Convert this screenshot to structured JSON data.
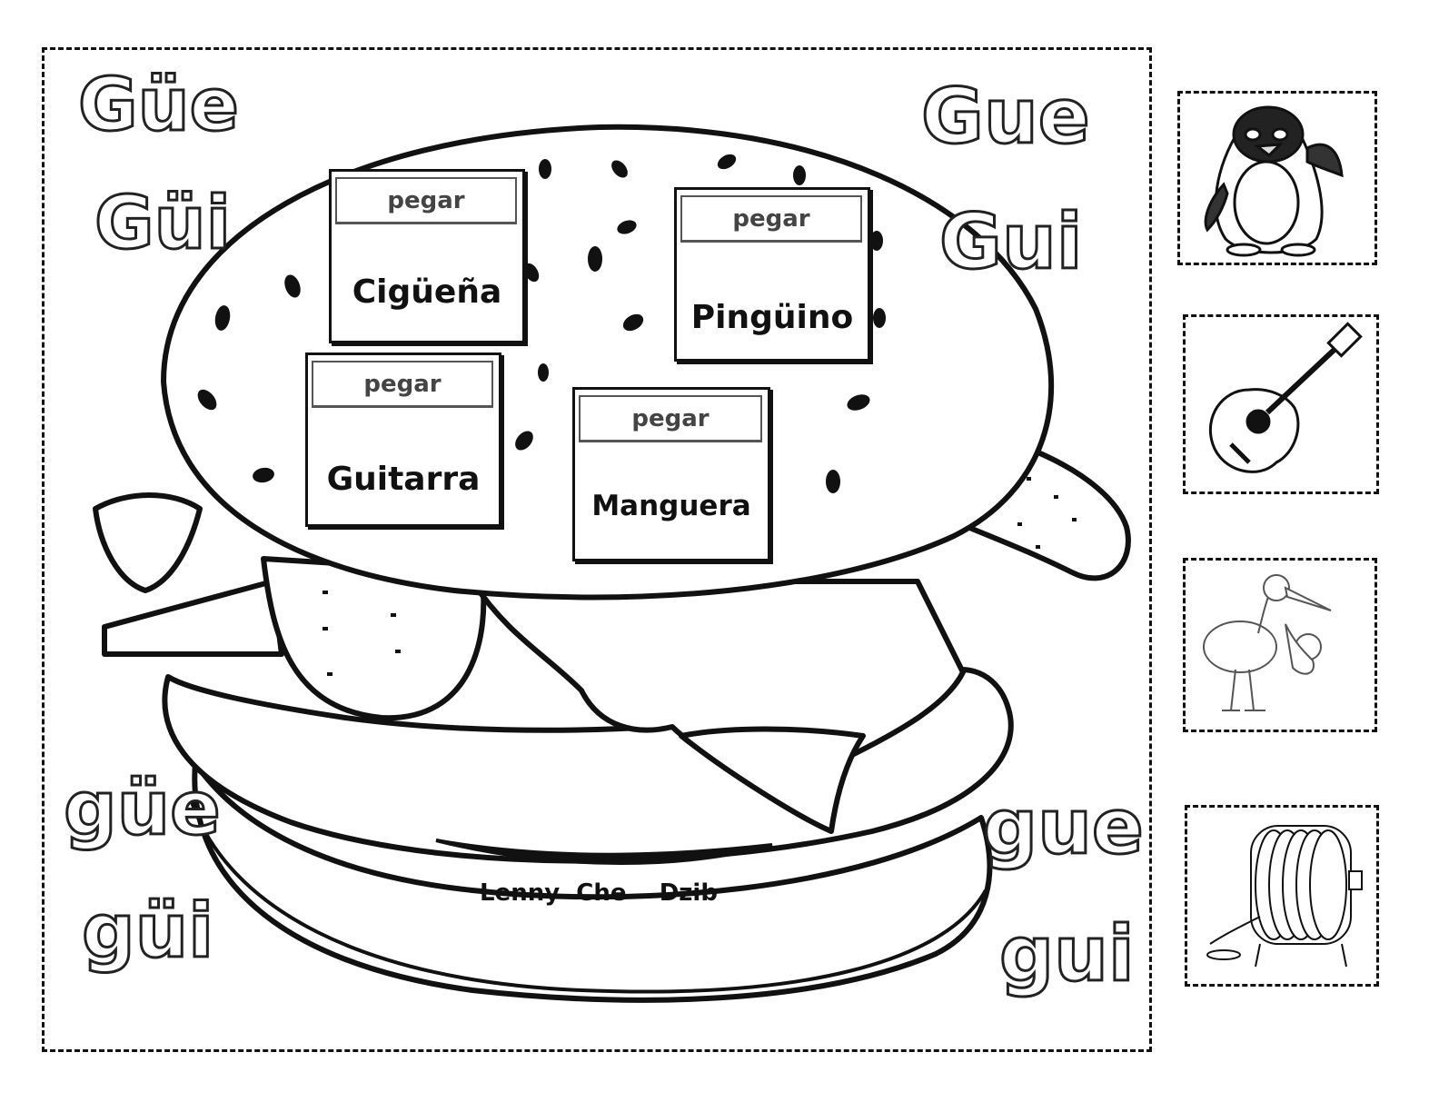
{
  "syllables": {
    "top_left_1": "Güe",
    "top_left_2": "Güi",
    "top_right_1": "Gue",
    "top_right_2": "Gui",
    "bottom_left_1": "güe",
    "bottom_left_2": "güi",
    "bottom_right_1": "gue",
    "bottom_right_2": "gui"
  },
  "cards": [
    {
      "header": "pegar",
      "word": "Cigüeña"
    },
    {
      "header": "pegar",
      "word": "Pingüino"
    },
    {
      "header": "pegar",
      "word": "Guitarra"
    },
    {
      "header": "pegar",
      "word": "Manguera"
    }
  ],
  "author": "Lenny  Che    Dzib",
  "pictures": [
    "penguin-icon",
    "guitar-icon",
    "stork-icon",
    "hose-reel-icon"
  ]
}
